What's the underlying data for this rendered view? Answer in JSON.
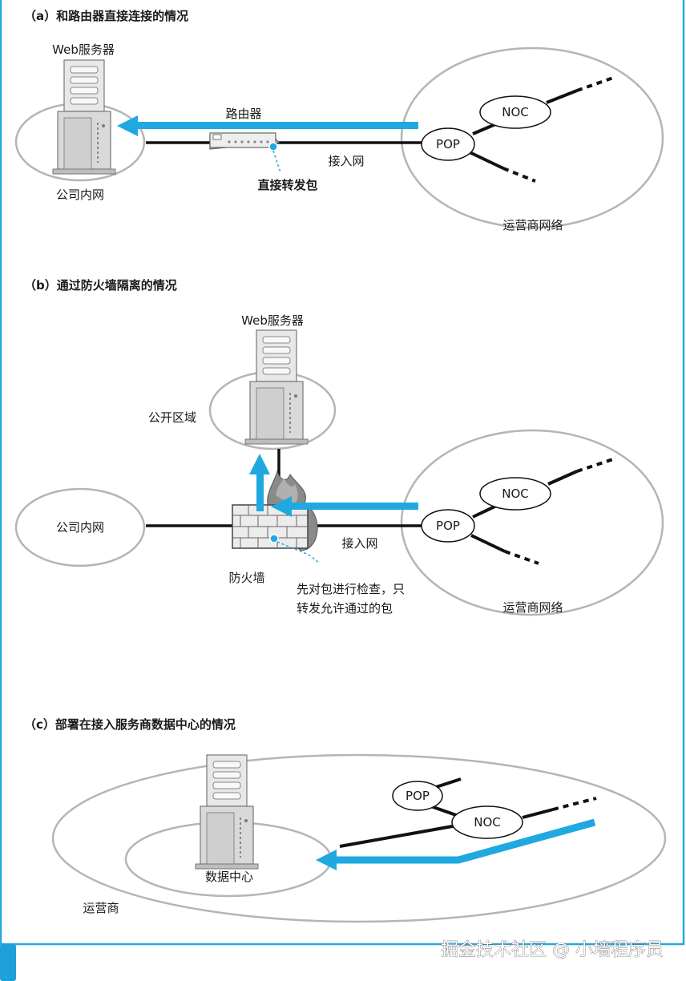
{
  "colors": {
    "frame": "#2aa6dc",
    "arrow": "#20a8e0",
    "line": "#111111",
    "ellipse_stroke": "#b5b5b5",
    "server": "#d6d6d6"
  },
  "section_a": {
    "title": "（a）和路由器直接连接的情况",
    "web_server": "Web服务器",
    "company_network": "公司内网",
    "router": "路由器",
    "access_network": "接入网",
    "forward_note": "直接转发包",
    "pop": "POP",
    "noc": "NOC",
    "carrier_network": "运营商网络"
  },
  "section_b": {
    "title": "（b）通过防火墙隔离的情况",
    "web_server": "Web服务器",
    "public_zone": "公开区域",
    "company_network": "公司内网",
    "firewall": "防火墙",
    "access_network": "接入网",
    "check_note_line1": "先对包进行检查，只",
    "check_note_line2": "转发允许通过的包",
    "pop": "POP",
    "noc": "NOC",
    "carrier_network": "运营商网络"
  },
  "section_c": {
    "title": "（c）部署在接入服务商数据中心的情况",
    "pop": "POP",
    "noc": "NOC",
    "data_center": "数据中心",
    "carrier": "运营商"
  },
  "watermark": "掘金技术社区 @ 小墙程序员",
  "icons": [
    "server-icon",
    "router-icon",
    "firewall-icon",
    "flame-icon",
    "arrow-icon"
  ]
}
